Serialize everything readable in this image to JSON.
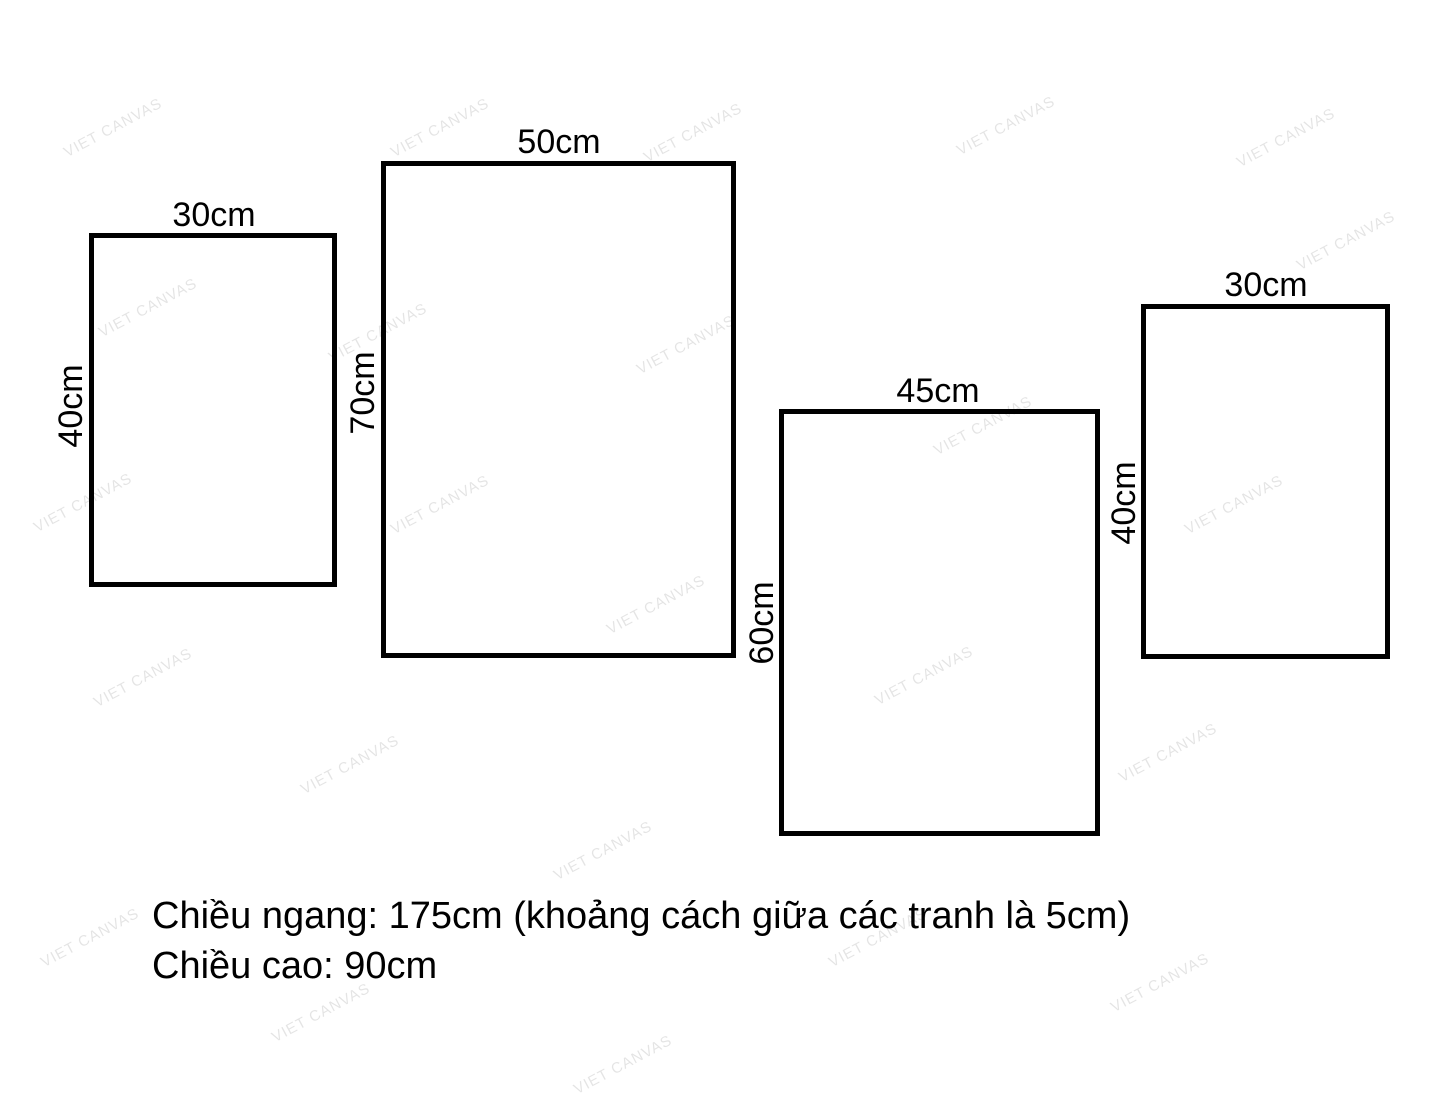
{
  "watermark_text": "VIET CANVAS",
  "frames": [
    {
      "width_label": "30cm",
      "height_label": "40cm"
    },
    {
      "width_label": "50cm",
      "height_label": "70cm"
    },
    {
      "width_label": "45cm",
      "height_label": "60cm"
    },
    {
      "width_label": "30cm",
      "height_label": "40cm"
    }
  ],
  "caption": {
    "line1": "Chiều ngang: 175cm (khoảng cách giữa các tranh là 5cm)",
    "line2": "Chiều cao: 90cm"
  }
}
